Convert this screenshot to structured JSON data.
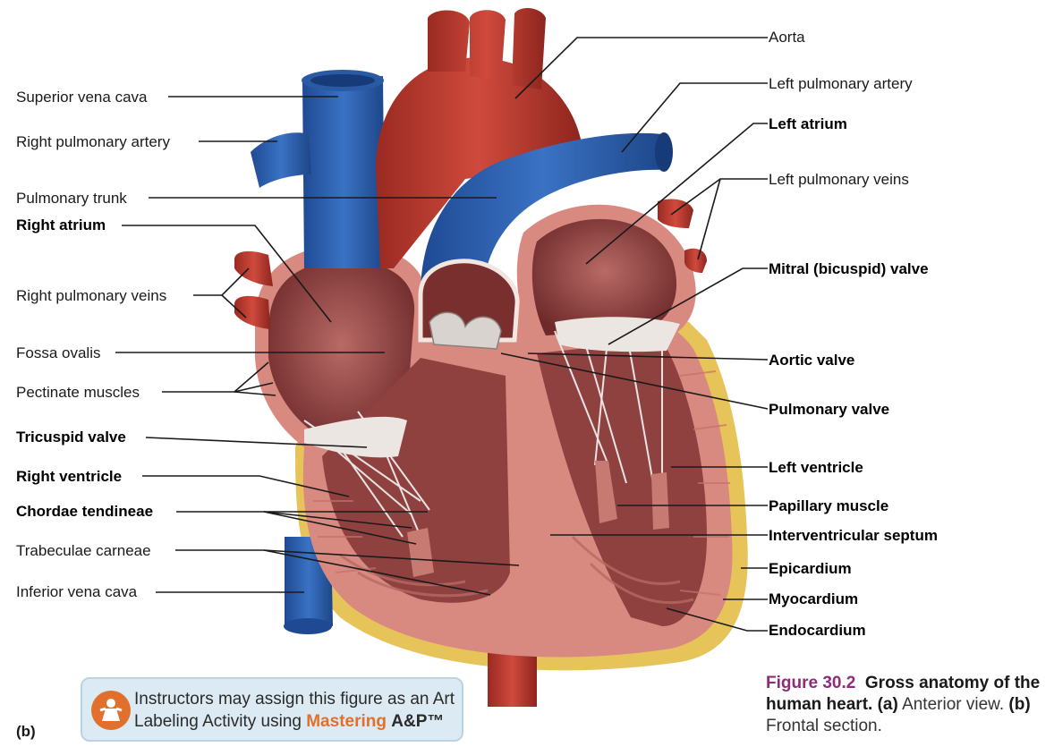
{
  "labels_left": [
    {
      "text": "Superior vena cava",
      "bold": false
    },
    {
      "text": "Right pulmonary artery",
      "bold": false
    },
    {
      "text": "Pulmonary trunk",
      "bold": false
    },
    {
      "text": "Right atrium",
      "bold": true
    },
    {
      "text": "Right pulmonary veins",
      "bold": false
    },
    {
      "text": "Fossa ovalis",
      "bold": false
    },
    {
      "text": "Pectinate muscles",
      "bold": false
    },
    {
      "text": "Tricuspid valve",
      "bold": true
    },
    {
      "text": "Right ventricle",
      "bold": true
    },
    {
      "text": "Chordae tendineae",
      "bold": true
    },
    {
      "text": "Trabeculae carneae",
      "bold": false
    },
    {
      "text": "Inferior vena cava",
      "bold": false
    }
  ],
  "labels_right": [
    {
      "text": "Aorta",
      "bold": false
    },
    {
      "text": "Left pulmonary artery",
      "bold": false
    },
    {
      "text": "Left atrium",
      "bold": true
    },
    {
      "text": "Left pulmonary veins",
      "bold": false
    },
    {
      "text": "Mitral (bicuspid) valve",
      "bold": true
    },
    {
      "text": "Aortic valve",
      "bold": true
    },
    {
      "text": "Pulmonary valve",
      "bold": true
    },
    {
      "text": "Left ventricle",
      "bold": true
    },
    {
      "text": "Papillary muscle",
      "bold": true
    },
    {
      "text": "Interventricular septum",
      "bold": true
    },
    {
      "text": "Epicardium",
      "bold": true
    },
    {
      "text": "Myocardium",
      "bold": true
    },
    {
      "text": "Endocardium",
      "bold": true
    }
  ],
  "panel_letter": "(b)",
  "promo": {
    "line1": "Instructors may assign this figure as an Art",
    "line2_prefix": "Labeling Activity using ",
    "mastering": "Mastering",
    "ap": "A&P™"
  },
  "caption": {
    "figure_number": "Figure 30.2",
    "title": "Gross anatomy of the human heart.",
    "a_marker": "(a)",
    "a_text": "Anterior view.",
    "b_marker": "(b)",
    "b_text": "Frontal section."
  },
  "colors": {
    "vein_blue": "#2f5fae",
    "artery_red": "#b8362b",
    "myocardium": "#d98a80",
    "chamber": "#8c3b3a",
    "fat_yellow": "#e7c45a",
    "leader": "#1a1a1a"
  }
}
